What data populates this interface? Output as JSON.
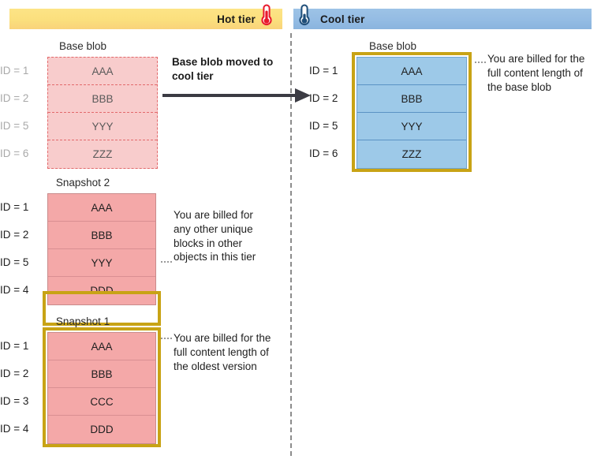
{
  "tiers": {
    "hot": {
      "label": "Hot tier",
      "icon": "thermometer-hot-icon",
      "bar_color": "#fbdf7d",
      "icon_color": "#e8192c"
    },
    "cool": {
      "label": "Cool tier",
      "icon": "thermometer-cool-icon",
      "bar_color": "#9dc3e6",
      "icon_color": "#1f4e79"
    }
  },
  "transition": {
    "caption": "Base blob moved to cool tier"
  },
  "hot_base_blob": {
    "title": "Base blob",
    "style": "dashed-outline-faded",
    "fill_color": "#f8cccc",
    "rows": [
      {
        "id": "ID = 1",
        "value": "AAA"
      },
      {
        "id": "ID = 2",
        "value": "BBB"
      },
      {
        "id": "ID = 5",
        "value": "YYY"
      },
      {
        "id": "ID = 6",
        "value": "ZZZ"
      }
    ]
  },
  "snapshot2": {
    "title": "Snapshot 2",
    "fill_color": "#f4a8a8",
    "highlight_color": "#c8a315",
    "highlighted_row_index": 2,
    "rows": [
      {
        "id": "ID = 1",
        "value": "AAA"
      },
      {
        "id": "ID = 2",
        "value": "BBB"
      },
      {
        "id": "ID = 5",
        "value": "YYY"
      },
      {
        "id": "ID = 4",
        "value": "DDD"
      }
    ],
    "annotation": "You are billed for any other unique blocks in other objects in this tier"
  },
  "snapshot1": {
    "title": "Snapshot 1",
    "fill_color": "#f4a8a8",
    "highlight_color": "#c8a315",
    "rows": [
      {
        "id": "ID = 1",
        "value": "AAA"
      },
      {
        "id": "ID = 2",
        "value": "BBB"
      },
      {
        "id": "ID = 3",
        "value": "CCC"
      },
      {
        "id": "ID = 4",
        "value": "DDD"
      }
    ],
    "annotation": "You are billed for the full content length of the oldest version"
  },
  "cool_base_blob": {
    "title": "Base blob",
    "fill_color": "#9dc9e8",
    "highlight_color": "#c8a315",
    "rows": [
      {
        "id": "ID = 1",
        "value": "AAA"
      },
      {
        "id": "ID = 2",
        "value": "BBB"
      },
      {
        "id": "ID = 5",
        "value": "YYY"
      },
      {
        "id": "ID = 6",
        "value": "ZZZ"
      }
    ],
    "annotation": "You are billed for the full content length of the base blob"
  }
}
